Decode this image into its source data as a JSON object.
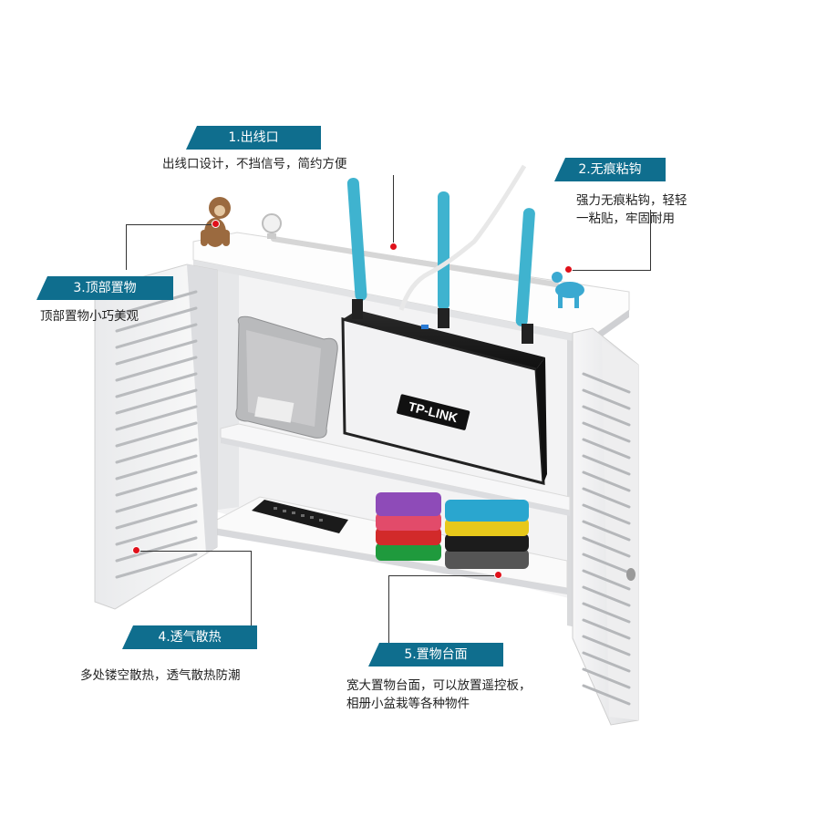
{
  "callouts": [
    {
      "id": "1",
      "title": "1.出线口",
      "lines": [
        "出线口设计，不挡信号，简约方便"
      ]
    },
    {
      "id": "2",
      "title": "2.无痕粘钩",
      "lines": [
        "强力无痕粘钩，轻轻",
        "一粘贴，牢固耐用"
      ]
    },
    {
      "id": "3",
      "title": "3.顶部置物",
      "lines": [
        "顶部置物小巧美观"
      ]
    },
    {
      "id": "4",
      "title": "4.透气散热",
      "lines": [
        "多处镂空散热，透气散热防潮"
      ]
    },
    {
      "id": "5",
      "title": "5.置物台面",
      "lines": [
        "宽大置物台面，可以放置遥控板，",
        "相册小盆栽等各种物件"
      ]
    }
  ],
  "router_brand": "TP-LINK",
  "colors": {
    "tag_bg": "#0f6e8e",
    "dot": "#e0101a",
    "antenna": "#3fb3cf"
  }
}
